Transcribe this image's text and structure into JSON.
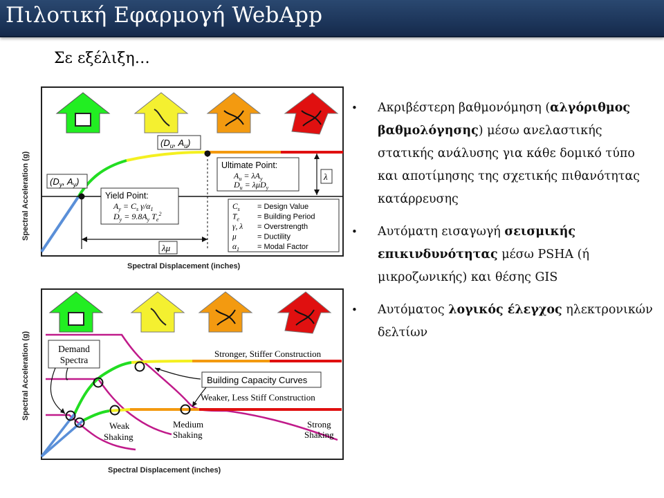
{
  "slide": {
    "title": "Πιλοτική Εφαρμογή WebApp",
    "subtitle": "Σε εξέλιξη…"
  },
  "figure1": {
    "ylabel": "Spectral Acceleration (g)",
    "xlabel": "Spectral Displacement (inches)",
    "point_du_au": "(D",
    "point_dy_ay": "(D",
    "ultimate_title": "Ultimate Point:",
    "ultimate_eq1": "A",
    "ultimate_eq2": "D",
    "yield_title": "Yield Point:",
    "yield_eq1": "A",
    "yield_eq2": "D",
    "lambda": "λ",
    "lambda_mu": "λμ",
    "legend": [
      {
        "sym": "C",
        "sub": "s",
        "desc": "= Design Value"
      },
      {
        "sym": "T",
        "sub": "e",
        "desc": "= Building Period"
      },
      {
        "sym": "γ, λ",
        "sub": "",
        "desc": "= Overstrength"
      },
      {
        "sym": "μ",
        "sub": "",
        "desc": "= Ductility"
      },
      {
        "sym": "α",
        "sub": "1",
        "desc": "= Modal Factor"
      }
    ]
  },
  "figure2": {
    "ylabel": "Spectral Acceleration (g)",
    "xlabel": "Spectral Displacement (inches)",
    "demand_l1": "Demand",
    "demand_l2": "Spectra",
    "stronger": "Stronger, Stiffer Construction",
    "capacity": "Building Capacity Curves",
    "weaker": "Weaker, Less Stiff Construction",
    "weak_l1": "Weak",
    "weak_l2": "Shaking",
    "medium_l1": "Medium",
    "medium_l2": "Shaking",
    "strong_l1": "Strong",
    "strong_l2": "Shaking"
  },
  "colors": {
    "title_bar": "#1b3357",
    "green": "#22dd22",
    "yellow": "#f4f020",
    "orange": "#f39a10",
    "red": "#e01010",
    "blue": "#5a8fd8",
    "magenta": "#c01a8a"
  },
  "icons": [
    "house-green-icon",
    "house-yellow-icon",
    "house-orange-icon",
    "house-red-icon"
  ],
  "bullets": [
    {
      "bullet": "•",
      "p1": "Ακριβέστερη βαθμονόμηση (",
      "b1": "αλγόριθμος βαθμολόγησης",
      "p2": ") μέσω ανελαστικής στατικής ανάλυσης για κάθε δομικό τύπο και αποτίμησης της σχετικής πιθανότητας κατάρρευσης"
    },
    {
      "bullet": "•",
      "p1": "Αυτόματη εισαγωγή ",
      "b1": "σεισμικής επικινδυνότητας",
      "p2": " μέσω PSHA (ή μικροζωνικής) και θέσης GIS"
    },
    {
      "bullet": "•",
      "p1": " Αυτόματος ",
      "b1": "λογικός έλεγχος",
      "p2": " ηλεκτρονικών δελτίων"
    }
  ]
}
